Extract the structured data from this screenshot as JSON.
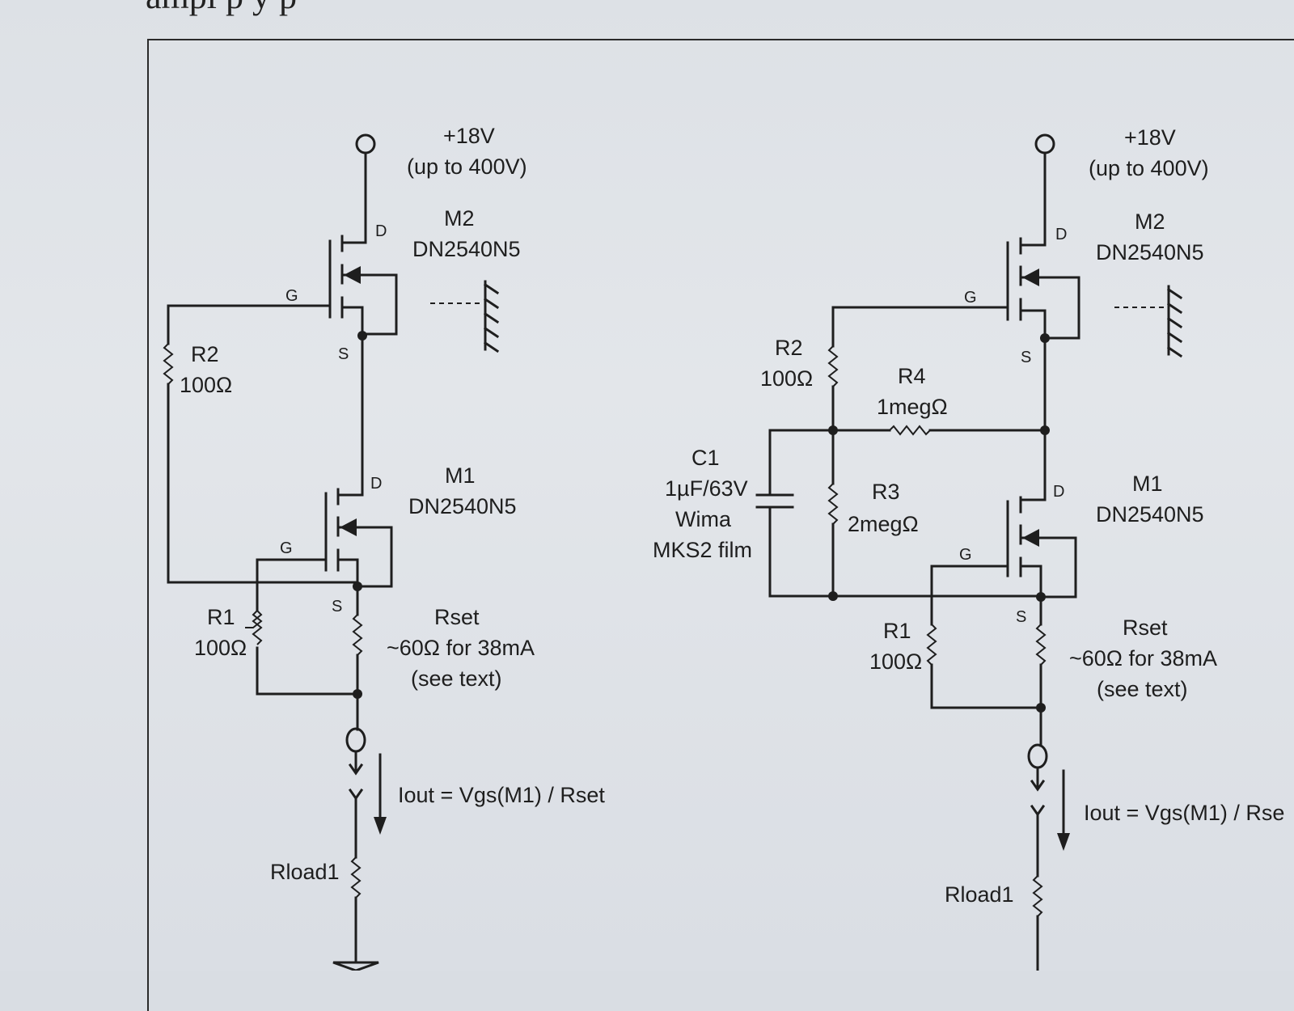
{
  "top_text": "ampl        p         y                              p",
  "left": {
    "supply": "+18V",
    "supply_note": "(up to 400V)",
    "m2_name": "M2",
    "m2_part": "DN2540N5",
    "m1_name": "M1",
    "m1_part": "DN2540N5",
    "r2_name": "R2",
    "r2_value": "100Ω",
    "r1_name": "R1",
    "r1_value": "100Ω",
    "rset_name": "Rset",
    "rset_value": "~60Ω for 38mA",
    "rset_note": "(see text)",
    "iout": "Iout  = Vgs(M1) / Rset",
    "rload": "Rload1",
    "pin_d": "D",
    "pin_g": "G",
    "pin_s": "S"
  },
  "right": {
    "supply": "+18V",
    "supply_note": "(up to 400V)",
    "m2_name": "M2",
    "m2_part": "DN2540N5",
    "m1_name": "M1",
    "m1_part": "DN2540N5",
    "r2_name": "R2",
    "r2_value": "100Ω",
    "r4_name": "R4",
    "r4_value": "1megΩ",
    "r3_name": "R3",
    "r3_value": "2megΩ",
    "c1_name": "C1",
    "c1_value": "1µF/63V",
    "c1_brand": "Wima",
    "c1_type": "MKS2 film",
    "r1_name": "R1",
    "r1_value": "100Ω",
    "rset_name": "Rset",
    "rset_value": "~60Ω for 38mA",
    "rset_note": "(see text)",
    "iout": "Iout  = Vgs(M1) / Rse",
    "rload": "Rload1",
    "pin_d": "D",
    "pin_g": "G",
    "pin_s": "S"
  }
}
